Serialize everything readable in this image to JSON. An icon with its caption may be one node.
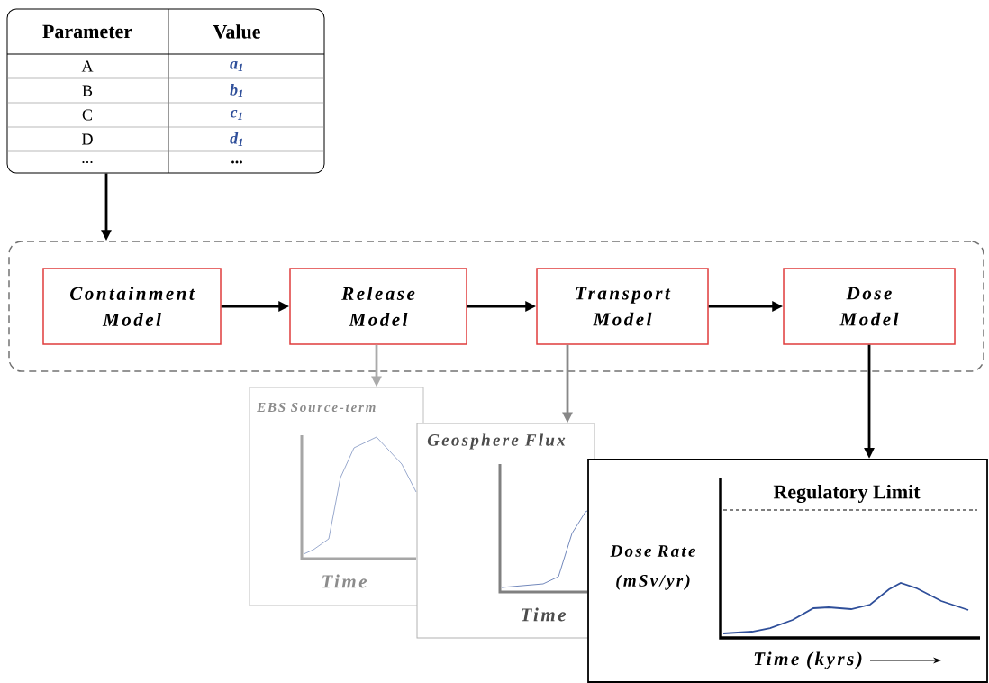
{
  "diagram": {
    "nodes": [
      {
        "text": [
          "Parameter",
          "Value",
          "A",
          "a$_{1}$",
          "B",
          "b$_{1}$",
          "C",
          "c$_{1}$",
          "D",
          "d$_{1}$",
          "...",
          "..."
        ]
      },
      {
        "text": [],
        "shape": "box"
      },
      {
        "text": [
          "Containment Model"
        ],
        "in": 1
      },
      {
        "text": [
          "Release Model"
        ],
        "in": 1
      },
      {
        "text": [
          "Transport Model"
        ],
        "in": 1
      },
      {
        "text": [
          "Dose Model"
        ],
        "in": 1
      },
      {
        "text": [
          "EBS Source-term",
          "Time"
        ]
      },
      {
        "text": [
          "Geosphere Flux",
          "Time"
        ]
      },
      {
        "text": [
          "Regulatory Limit",
          "Dose Rate (mSv/yr)",
          "Time (kyrs)"
        ]
      }
    ],
    "edges": [
      {
        "from": 0,
        "to": 1,
        "arrow": "to"
      },
      {
        "from": 2,
        "to": 3,
        "arrow": "to"
      },
      {
        "from": 3,
        "to": 4,
        "arrow": "to"
      },
      {
        "from": 4,
        "to": 5,
        "arrow": "to"
      },
      {
        "from": 3,
        "to": 6,
        "arrow": "to",
        "color": "#aaaaaa"
      },
      {
        "from": 4,
        "to": 7,
        "arrow": "to",
        "color": "#888888"
      },
      {
        "from": 5,
        "to": 8,
        "arrow": "to"
      }
    ]
  }
}
